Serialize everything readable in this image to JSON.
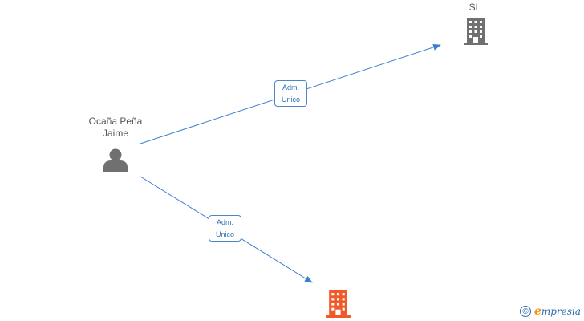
{
  "nodes": {
    "company_top": {
      "label": "SL",
      "icon": "building-icon",
      "color": "#707070"
    },
    "person": {
      "label_line1": "Ocaña Peña",
      "label_line2": "Jaime",
      "icon": "person-icon",
      "color": "#707070"
    },
    "company_bottom": {
      "label": "",
      "icon": "building-icon",
      "color": "#f05a28"
    }
  },
  "relations": [
    {
      "from": "person",
      "to": "company_top",
      "role_line1": "Adm.",
      "role_line2": "Unico"
    },
    {
      "from": "person",
      "to": "company_bottom",
      "role_line1": "Adm.",
      "role_line2": "Unico"
    }
  ],
  "edge_color": "#3a7fd0",
  "watermark": {
    "symbol": "©",
    "brand_initial": "e",
    "brand_rest": "mpresia"
  }
}
